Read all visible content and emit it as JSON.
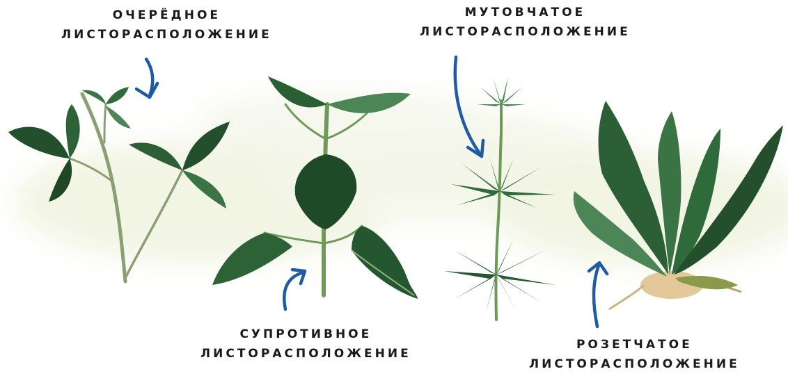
{
  "labels": {
    "alternate": {
      "line1": "ОЧЕРЁДНОЕ",
      "line2": "ЛИСТОРАСПОЛОЖЕНИЕ"
    },
    "opposite": {
      "line1": "СУПРОТИВНОЕ",
      "line2": "ЛИСТОРАСПОЛОЖЕНИЕ"
    },
    "whorled": {
      "line1": "МУТОВЧАТОЕ",
      "line2": "ЛИСТОРАСПОЛОЖЕНИЕ"
    },
    "rosette": {
      "line1": "РОЗЕТЧАТОЕ",
      "line2": "ЛИСТОРАСПОЛОЖЕНИЕ"
    }
  },
  "colors": {
    "arrow": "#1f5aa6",
    "leaf_dark": "#1f4d2a",
    "leaf_mid": "#2f6b3a",
    "leaf_light": "#8fb37a",
    "stem": "#7f9a6a",
    "root": "#e3c99a",
    "wash": "#eef2dc"
  },
  "icons": {
    "arrow": "hand-drawn-arrow-icon"
  }
}
